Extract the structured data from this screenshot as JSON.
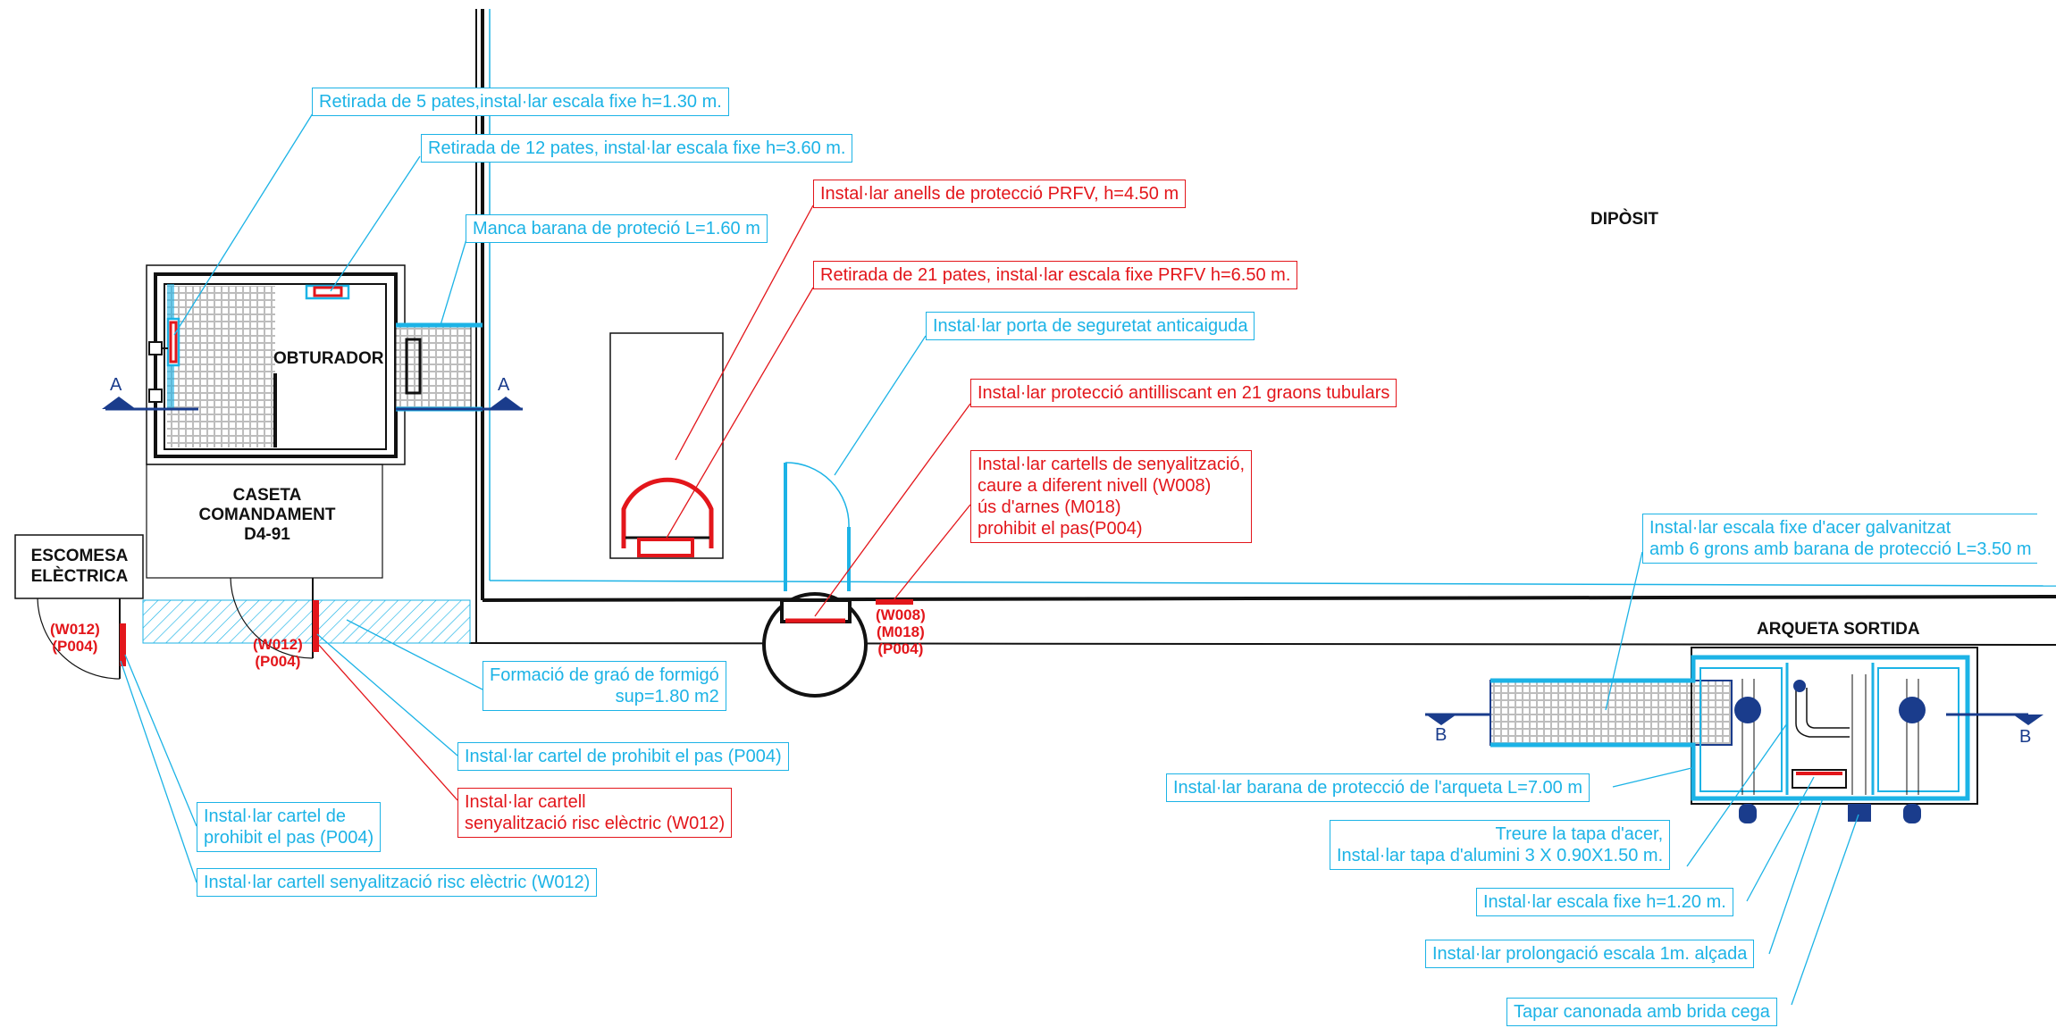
{
  "labels": {
    "diposit": "DIPÒSIT",
    "obturador": "OBTURADOR",
    "caseta": [
      "CASETA",
      "COMANDAMENT",
      "D4-91"
    ],
    "escomesa": [
      "ESCOMESA",
      "ELÈCTRICA"
    ],
    "arqueta": "ARQUETA SORTIDA",
    "section_a": "A",
    "section_b": "B"
  },
  "codes": {
    "escomesa": [
      "(W012)",
      "(P004)"
    ],
    "caseta": [
      "(W012)",
      "(P004)"
    ],
    "porta": [
      "(W008)",
      "(M018)",
      "(P004)"
    ]
  },
  "notes": {
    "pates5": [
      "Retirada de 5 pates,instal·lar escala fixe h=1.30 m."
    ],
    "pates12": [
      "Retirada de 12 pates, instal·lar escala fixe h=3.60 m."
    ],
    "barana": [
      "Manca barana de proteció L=1.60 m"
    ],
    "anells": [
      "Instal·lar anells de protecció PRFV, h=4.50 m"
    ],
    "pates21": [
      "Retirada de 21 pates, instal·lar escala fixe PRFV h=6.50 m."
    ],
    "porta": [
      "Instal·lar porta de seguretat anticaiguda"
    ],
    "antilliscant": [
      "Instal·lar protecció antilliscant en 21 graons tubulars"
    ],
    "cartells": [
      "Instal·lar cartells de senyalització,",
      "caure a diferent nivell (W008)",
      "ús d'arnes (M018)",
      "prohibit el pas(P004)"
    ],
    "grao": [
      "Formació de graó de formigó",
      "sup=1.80 m2"
    ],
    "cartel_p004": [
      "Instal·lar cartel de prohibit el pas (P004)"
    ],
    "cartell_w012": [
      "Instal·lar cartell",
      "senyalització risc elèctric (W012)"
    ],
    "cartel_prohibit": [
      "Instal·lar cartel de",
      "prohibit el pas (P004)"
    ],
    "cartell_risc": [
      "Instal·lar cartell senyalització risc elèctric (W012)"
    ],
    "escala_galv": [
      "Instal·lar escala fixe d'acer galvanitzat",
      "amb 6 grons amb barana de protecció L=3.50 m"
    ],
    "barana_arqueta": [
      "Instal·lar barana de protecció de l'arqueta L=7.00 m"
    ],
    "tapa": [
      "Treure la tapa d'acer,",
      "Instal·lar tapa d'alumini 3 X 0.90X1.50 m."
    ],
    "escala120": [
      "Instal·lar escala fixe h=1.20 m."
    ],
    "prolongacio": [
      "Instal·lar prolongació escala 1m. alçada"
    ],
    "tapar": [
      "Tapar canonada amb brida cega"
    ]
  },
  "colors": {
    "cyan": "#1cb3e6",
    "red": "#e3161b",
    "dark": "#111111",
    "section": "#1a3c8c"
  }
}
